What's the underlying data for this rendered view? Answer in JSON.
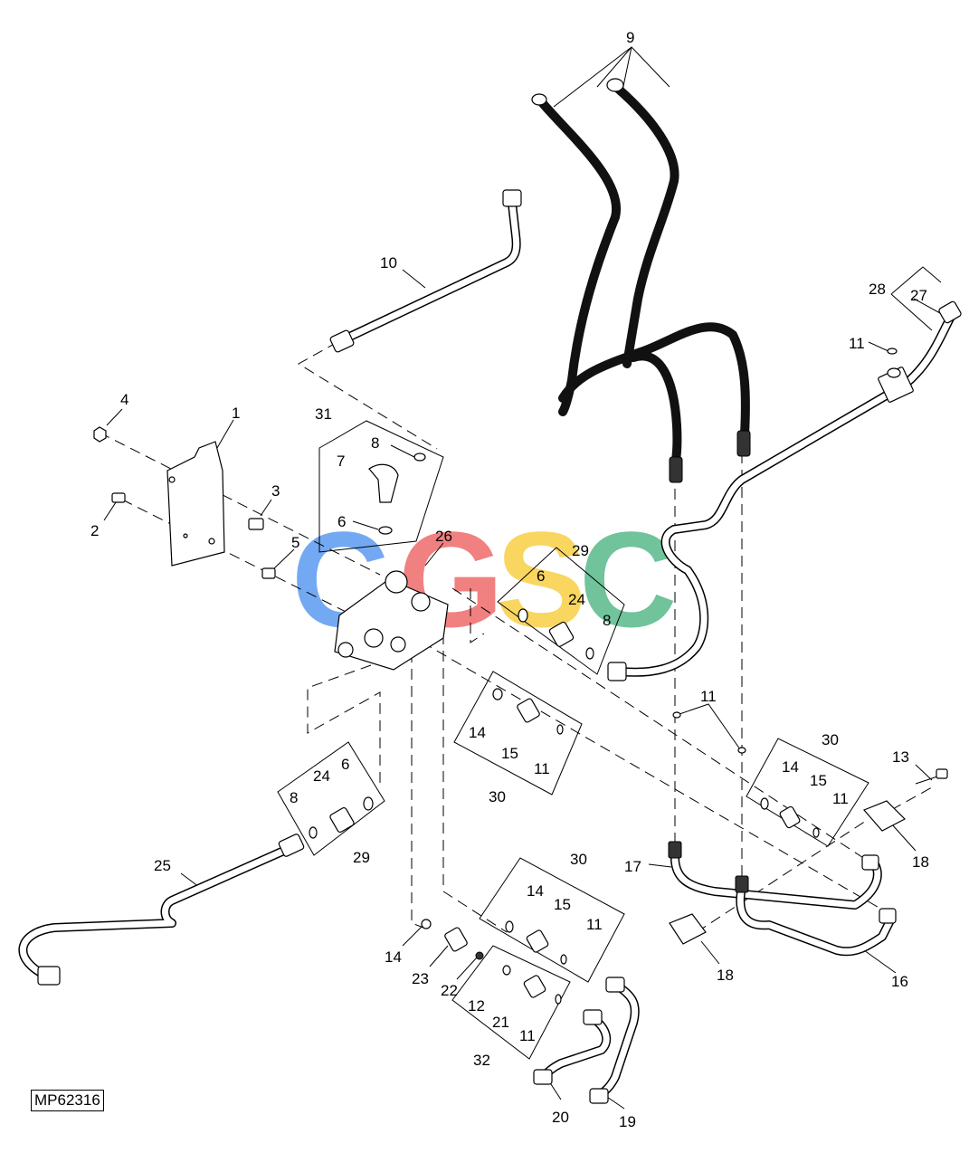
{
  "reference_code": "MP62316",
  "watermark": {
    "letters": [
      "C",
      "G",
      "S",
      "C"
    ],
    "colors": [
      "#5b9bf0",
      "#ef6b6b",
      "#f7cf45",
      "#58b98a"
    ]
  },
  "callouts": {
    "n1": "1",
    "n2": "2",
    "n3": "3",
    "n4": "4",
    "n5": "5",
    "n6a": "6",
    "n6b": "6",
    "n6c": "6",
    "n7": "7",
    "n8a": "8",
    "n8b": "8",
    "n8c": "8",
    "n9": "9",
    "n10": "10",
    "n11a": "11",
    "n11b": "11",
    "n11c": "11",
    "n11d": "11",
    "n11e": "11",
    "n11f": "11",
    "n12": "12",
    "n13": "13",
    "n14a": "14",
    "n14b": "14",
    "n14c": "14",
    "n14d": "14",
    "n15a": "15",
    "n15b": "15",
    "n15c": "15",
    "n16": "16",
    "n17": "17",
    "n18a": "18",
    "n18b": "18",
    "n19": "19",
    "n20": "20",
    "n21": "21",
    "n22": "22",
    "n23": "23",
    "n24a": "24",
    "n24b": "24",
    "n25": "25",
    "n26": "26",
    "n27": "27",
    "n28": "28",
    "n29a": "29",
    "n29b": "29",
    "n30a": "30",
    "n30b": "30",
    "n30c": "30",
    "n31": "31",
    "n32": "32"
  }
}
